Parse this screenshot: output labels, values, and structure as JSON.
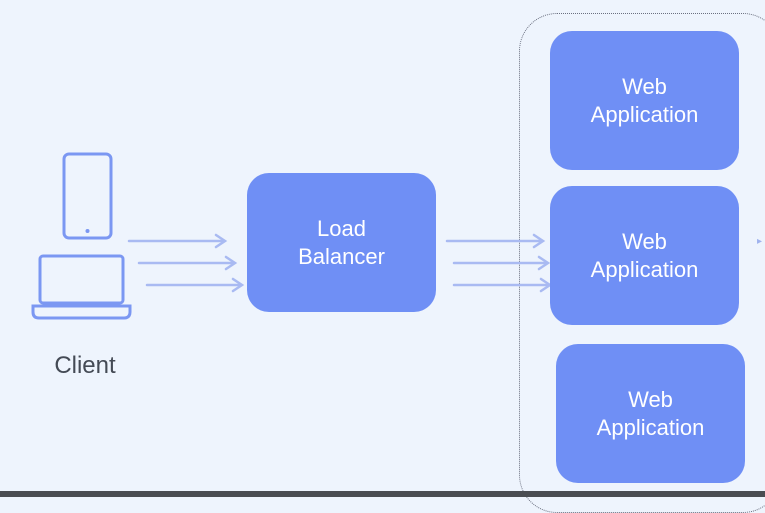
{
  "client": {
    "label": "Client",
    "icons": [
      "phone-icon",
      "laptop-icon"
    ]
  },
  "load_balancer": {
    "line1": "Load",
    "line2": "Balancer"
  },
  "web_apps": [
    {
      "line1": "Web",
      "line2": "Application"
    },
    {
      "line1": "Web",
      "line2": "Application"
    },
    {
      "line1": "Web",
      "line2": "Application"
    }
  ],
  "colors": {
    "node_fill": "#6f8ff5",
    "icon_stroke": "#7b97f2",
    "arrow": "#a9baf2",
    "background": "#eef4fd",
    "group_border": "#6b7080"
  }
}
